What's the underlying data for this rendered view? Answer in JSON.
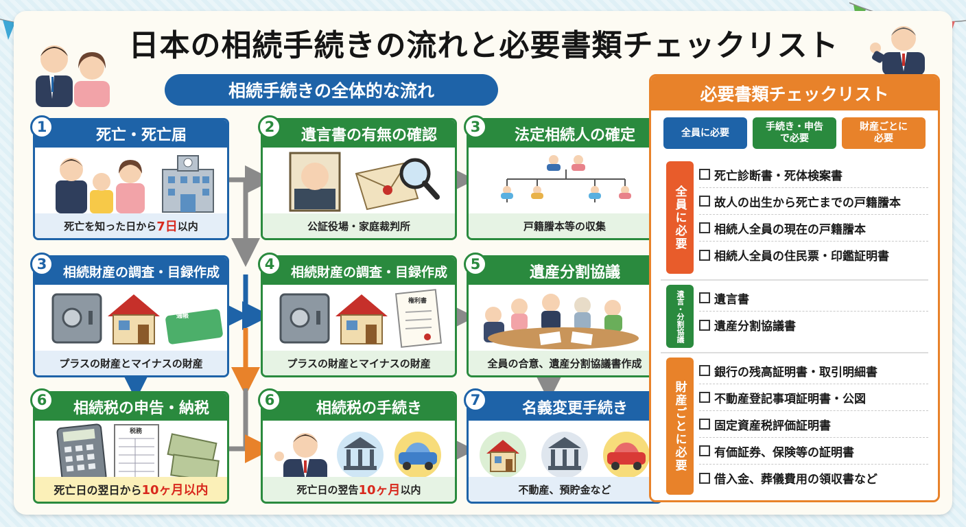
{
  "title": "日本の相続手続きの流れと必要書類チェックリスト",
  "flow_title": "相続手続きの全体的な流れ",
  "cards": {
    "c1": {
      "num": "1",
      "title": "死亡・死亡届",
      "foot_pre": "死亡を知った日から",
      "foot_hl": "7日",
      "foot_post": "以内"
    },
    "c2": {
      "num": "2",
      "title": "遺言書の有無の確認",
      "foot": "公証役場・家庭裁判所"
    },
    "c3a": {
      "num": "3",
      "title": "法定相続人の確定",
      "foot": "戸籍謄本等の収集"
    },
    "c3b": {
      "num": "3",
      "title": "相続財産の調査・目録作成",
      "foot": "プラスの財産とマイナスの財産",
      "doc_label": "通帳"
    },
    "c4": {
      "num": "4",
      "title": "相続財産の調査・目録作成",
      "foot": "プラスの財産とマイナスの財産",
      "doc_label": "権利書"
    },
    "c5": {
      "num": "5",
      "title": "遺産分割協議",
      "foot": "全員の合意、遺産分割協議書作成"
    },
    "c6a": {
      "num": "6",
      "title": "相続税の申告・納税",
      "foot_pre": "死亡日の翌日から",
      "foot_hl": "10ヶ月以内",
      "foot_post": "",
      "doc_label": "税務"
    },
    "c6b": {
      "num": "6",
      "title": "相続税の手続き",
      "foot_pre": "死亡日の翌告",
      "foot_hl": "10ヶ月",
      "foot_post": "以内"
    },
    "c7": {
      "num": "7",
      "title": "名義変更手続き",
      "foot": "不動産、預貯金など"
    }
  },
  "checklist": {
    "title": "必要書類チェックリスト",
    "tags": [
      "全員に必要",
      "手続き・申告\nで必要",
      "財産ごとに\n必要"
    ],
    "groups": [
      {
        "label": "全員に必要",
        "items": [
          "死亡診断書・死体検案書",
          "故人の出生から死亡までの戸籍謄本",
          "相続人全員の現在の戸籍謄本",
          "相続人全員の住民票・印鑑証明書"
        ]
      },
      {
        "label": "遺言・分割協議",
        "items": [
          "遺言書",
          "遺産分割協議書"
        ]
      },
      {
        "label": "財産ごとに必要",
        "items": [
          "銀行の残高証明書・取引明細書",
          "不動産登記事項証明書・公図",
          "固定資産税評価証明書",
          "有価証券、保険等の証明書",
          "借入金、葬儀費用の領収書など"
        ]
      }
    ]
  },
  "colors": {
    "blue": "#1e63a8",
    "green": "#2a8a3e",
    "orange": "#e8822a",
    "highlight": "#d8291d"
  }
}
